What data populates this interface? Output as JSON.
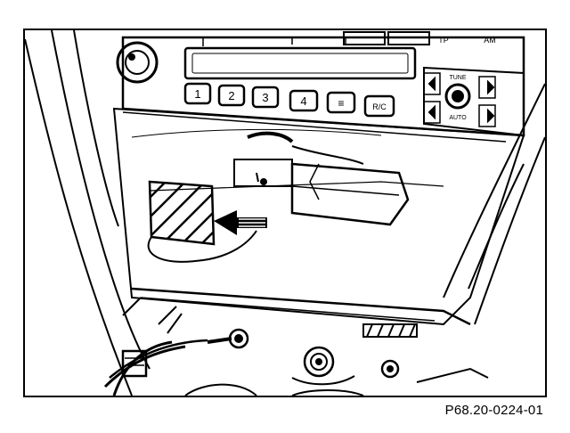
{
  "figure": {
    "reference_code": "P68.20-0224-01"
  },
  "radio": {
    "preset_buttons": [
      "1",
      "2",
      "3",
      "4",
      "≡",
      "R/C"
    ],
    "top_buttons": [
      "TP",
      "AM"
    ],
    "tune_label": "TUNE",
    "auto_label": "AUTO"
  }
}
